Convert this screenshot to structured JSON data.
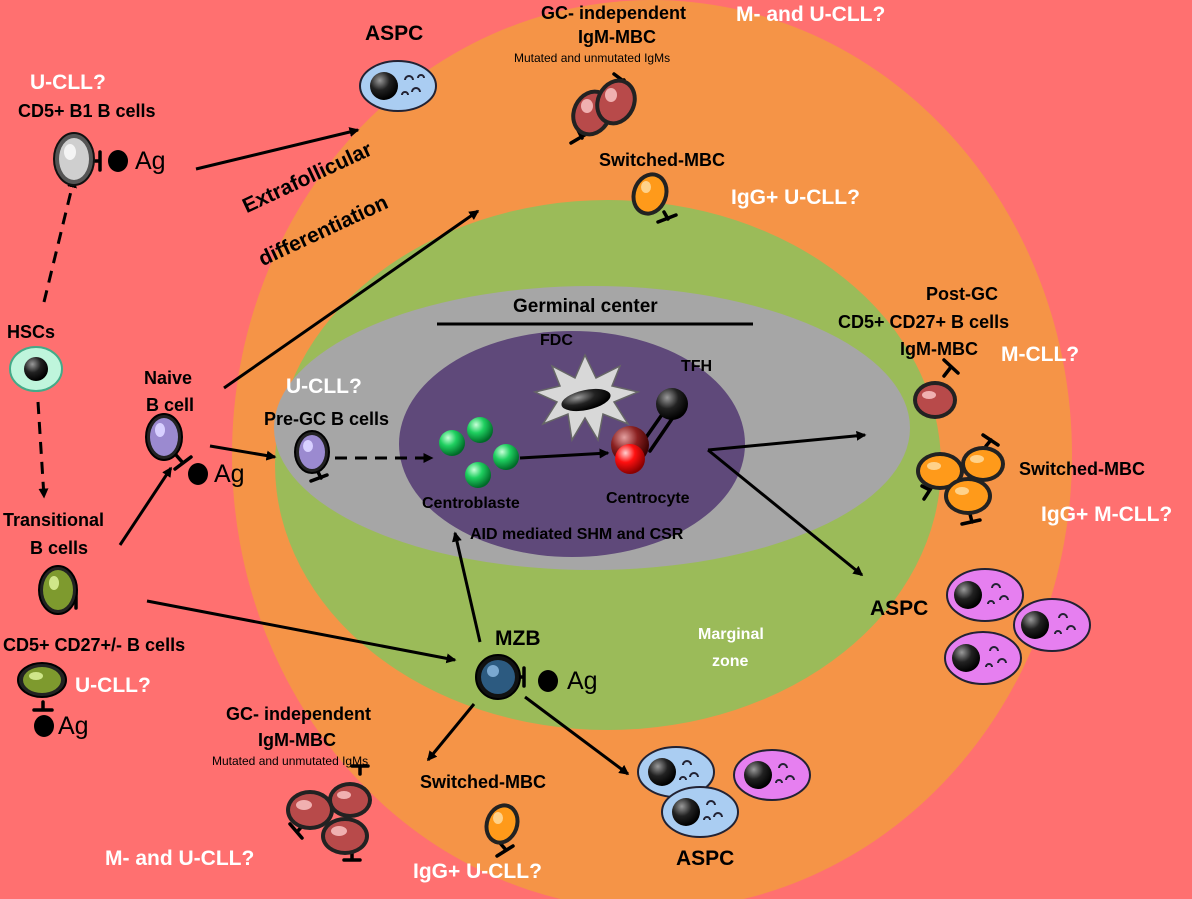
{
  "labels": {
    "aspc_top": "ASPC",
    "gc_indep_top": "GC- independent",
    "igm_mbc_top": "IgM-MBC",
    "mutated_top": "Mutated and unmutated IgMs",
    "m_u_cll_top": "M- and U-CLL?",
    "u_cll_b1": "U-CLL?",
    "cd5_b1": "CD5+ B1 B cells",
    "ag_b1": "Ag",
    "switched_top": "Switched-MBC",
    "igg_ucll_top": "IgG+ U-CLL?",
    "extrafollicular_1": "Extrafollicular",
    "extrafollicular_2": "differentiation",
    "germinal_center": "Germinal center",
    "fdc": "FDC",
    "tfh": "TFH",
    "post_gc_1": "Post-GC",
    "post_gc_2": "CD5+ CD27+ B cells",
    "post_gc_3": "IgM-MBC",
    "m_cll": "M-CLL?",
    "hscs": "HSCs",
    "naive_1": "Naive",
    "naive_2": "B cell",
    "u_cll_pregc": "U-CLL?",
    "pre_gc": "Pre-GC B cells",
    "ag_naive": "Ag",
    "centroblaste": "Centroblaste",
    "centrocyte": "Centrocyte",
    "aid": "AID mediated SHM and CSR",
    "switched_right": "Switched-MBC",
    "igg_mcll": "IgG+ M-CLL?",
    "transitional_1": "Transitional",
    "transitional_2": "B cells",
    "aspc_right": "ASPC",
    "cd5_cd27": "CD5+ CD27+/- B cells",
    "u_cll_cd27": "U-CLL?",
    "ag_cd27": "Ag",
    "mzb": "MZB",
    "ag_mzb": "Ag",
    "marginal_1": "Marginal",
    "marginal_2": "zone",
    "gc_indep_bottom": "GC- independent",
    "igm_mbc_bottom": "IgM-MBC",
    "mutated_bottom": "Mutated and unmutated IgMs",
    "switched_bottom": "Switched-MBC",
    "m_u_cll_bottom": "M- and U-CLL?",
    "igg_ucll_bottom": "IgG+ U-CLL?",
    "aspc_bottom": "ASPC"
  },
  "colors": {
    "background": "#ff7070",
    "follicle_orange": "#f59447",
    "marginal_zone_green": "#9bbb59",
    "mantle_gray": "#a6a6a6",
    "germinal_center_purple": "#5f497a",
    "label_white": "#ffffff",
    "arrow": "#000000"
  }
}
